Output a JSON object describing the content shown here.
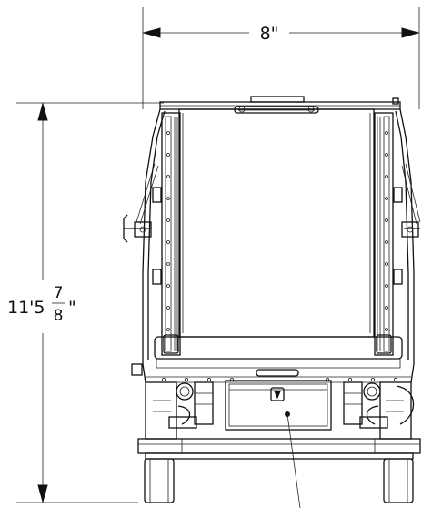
{
  "dimensions": {
    "width": {
      "text": "8\""
    },
    "height": {
      "whole": "11'5",
      "numerator": "7",
      "denominator": "8",
      "unit": "\""
    }
  },
  "colors": {
    "line": "#111111",
    "background": "#ffffff"
  }
}
